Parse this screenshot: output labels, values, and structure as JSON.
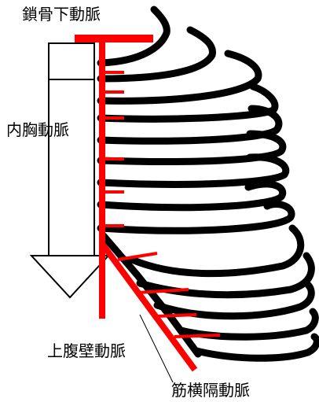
{
  "labels": {
    "subclavian": "鎖骨下動脈",
    "internal_thoracic": "内胸動脈",
    "superior_epigastric": "上腹壁動脈",
    "musculophrenic": "筋横隔動脈"
  },
  "colors": {
    "artery": "#ff0000",
    "rib": "#000000",
    "arrow_stroke": "#000000",
    "background": "#ffffff"
  },
  "icons": {
    "arrow": "down-arrow-outline"
  }
}
